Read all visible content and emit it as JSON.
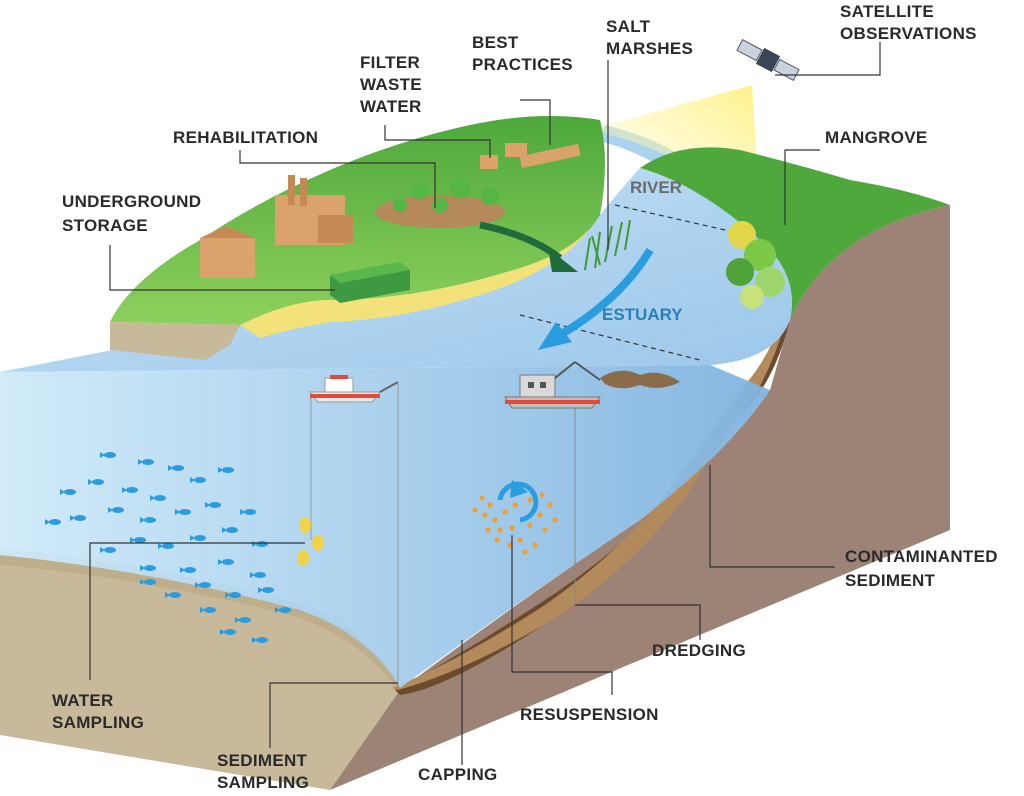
{
  "labels": {
    "satellite_observations": [
      "SATELLITE",
      "OBSERVATIONS"
    ],
    "salt_marshes": [
      "SALT",
      "MARSHES"
    ],
    "best_practices": [
      "BEST",
      "PRACTICES"
    ],
    "filter_waste_water": [
      "FILTER",
      "WASTE",
      "WATER"
    ],
    "rehabilitation": [
      "REHABILITATION"
    ],
    "underground_storage": [
      "UNDERGROUND",
      "STORAGE"
    ],
    "mangrove": [
      "MANGROVE"
    ],
    "river": "RIVER",
    "estuary": "ESTUARY",
    "contaminated_sediment": [
      "CONTAMINANTED",
      "SEDIMENT"
    ],
    "dredging": [
      "DREDGING"
    ],
    "resuspension": [
      "RESUSPENSION"
    ],
    "capping": [
      "CAPPING"
    ],
    "sediment_sampling": [
      "SEDIMENT",
      "SAMPLING"
    ],
    "water_sampling": [
      "WATER",
      "SAMPLING"
    ]
  },
  "colors": {
    "land": "#6cc24a",
    "land_dark": "#3f9a36",
    "water_top": "#bfe0f5",
    "water_front": "#d4ecfa",
    "sediment": "#c8b99a",
    "cliff": "#9b8275",
    "contaminated": "#6b4a2e",
    "arrow_blue": "#2a9ce0",
    "arrow_green": "#1f6b3a",
    "sand": "#f3e27a",
    "building": "#d9a36b",
    "fish": "#2a9ce0"
  }
}
